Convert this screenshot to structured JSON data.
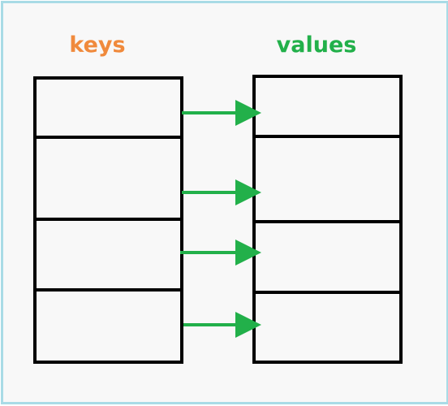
{
  "title_keys": "keys",
  "title_values": "values",
  "colors": {
    "frame_border": "#a9dbe6",
    "background": "#f8f8f8",
    "keys_label": "#f08a3c",
    "values_label": "#22b04a",
    "box_stroke": "#000000",
    "arrow": "#22b04a"
  },
  "structure": {
    "key_cells": 4,
    "value_cells": 4,
    "arrows": 4
  }
}
